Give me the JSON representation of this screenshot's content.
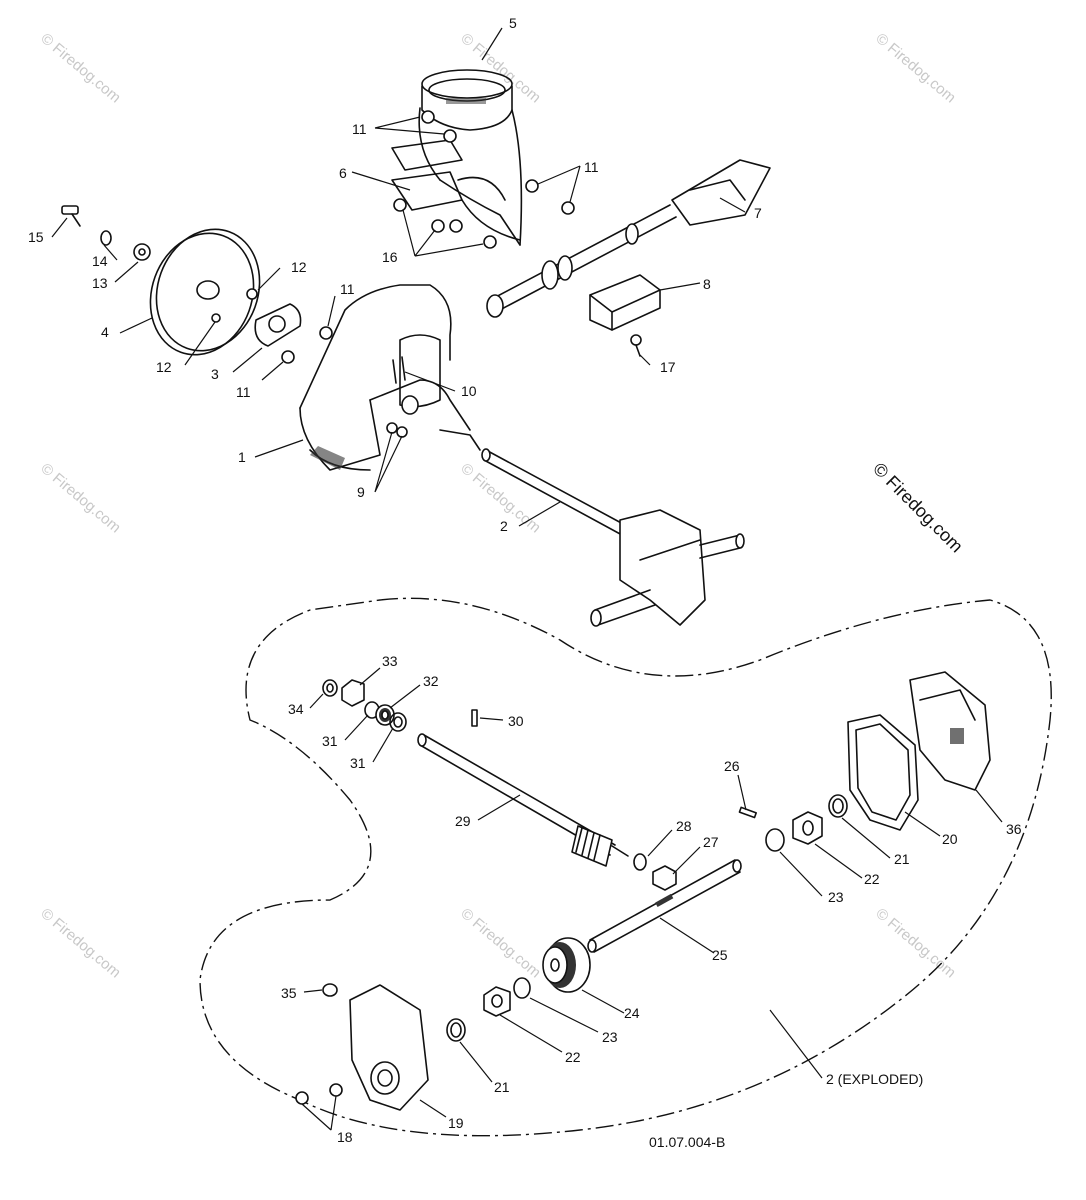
{
  "watermarks": [
    "© Firedog.com",
    "© Firedog.com",
    "© Firedog.com",
    "© Firedog.com",
    "© Firedog.com",
    "© Firedog.com",
    "© Firedog.com",
    "© Firedog.com"
  ],
  "copyright": "© Firedog.com",
  "drawing_code": "01.07.004-B",
  "exploded_label": "2 (EXPLODED)",
  "callouts": {
    "c1": "1",
    "c2": "2",
    "c3": "3",
    "c4": "4",
    "c5": "5",
    "c6": "6",
    "c7": "7",
    "c8": "8",
    "c9": "9",
    "c10": "10",
    "c11a": "11",
    "c11b": "11",
    "c11c": "11",
    "c11d": "11",
    "c12a": "12",
    "c12b": "12",
    "c13": "13",
    "c14": "14",
    "c15": "15",
    "c16": "16",
    "c17": "17",
    "c18": "18",
    "c19": "19",
    "c20": "20",
    "c21a": "21",
    "c21b": "21",
    "c22a": "22",
    "c22b": "22",
    "c23a": "23",
    "c23b": "23",
    "c24": "24",
    "c25": "25",
    "c26": "26",
    "c27": "27",
    "c28": "28",
    "c29": "29",
    "c30": "30",
    "c31a": "31",
    "c31b": "31",
    "c32": "32",
    "c33": "33",
    "c34": "34",
    "c35": "35",
    "c36": "36"
  }
}
